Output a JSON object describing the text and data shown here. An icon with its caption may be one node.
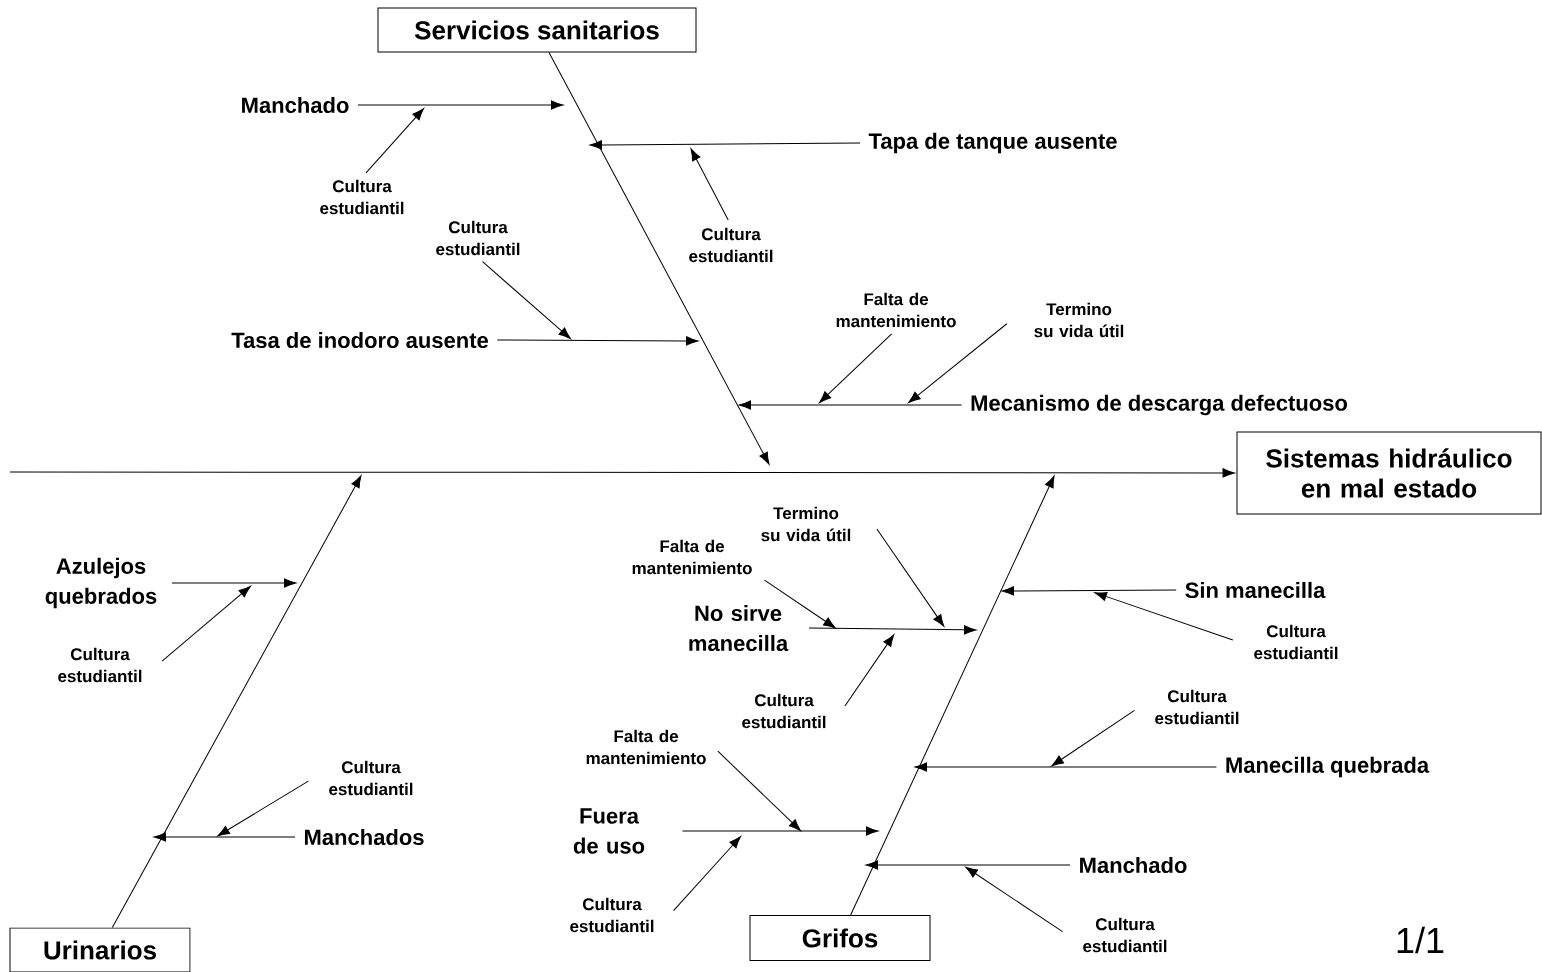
{
  "diagram": {
    "nodes": [
      {
        "text": [
          "Servicios sanitarios"
        ]
      },
      {
        "text": [
          "Sistemas hidráulico en mal estado"
        ]
      },
      {
        "text": [
          "Urinarios"
        ]
      },
      {
        "text": [
          "Grifos"
        ]
      },
      {
        "text": [
          "Manchado"
        ]
      },
      {
        "text": [
          "Cultura estudiantil"
        ]
      },
      {
        "text": [
          "Tapa de tanque ausente"
        ]
      },
      {
        "text": [
          "Cultura estudiantil"
        ]
      },
      {
        "text": [
          "Cultura estudiantil"
        ]
      },
      {
        "text": [
          "Tasa de inodoro ausente"
        ]
      },
      {
        "text": [
          "Falta de mantenimiento"
        ]
      },
      {
        "text": [
          "Termino su vida útil"
        ]
      },
      {
        "text": [
          "Mecanismo de descarga defectuoso"
        ]
      },
      {
        "text": [
          "Termino su vida útil"
        ]
      },
      {
        "text": [
          "Falta de mantenimiento"
        ]
      },
      {
        "text": [
          "No sirve manecilla"
        ]
      },
      {
        "text": [
          "Cultura estudiantil"
        ]
      },
      {
        "text": [
          "Sin manecilla"
        ]
      },
      {
        "text": [
          "Cultura estudiantil"
        ]
      },
      {
        "text": [
          "Cultura estudiantil"
        ]
      },
      {
        "text": [
          "Manecilla quebrada"
        ]
      },
      {
        "text": [
          "Falta de mantenimiento"
        ]
      },
      {
        "text": [
          "Fuera de uso"
        ]
      },
      {
        "text": [
          "Cultura estudiantil"
        ]
      },
      {
        "text": [
          "Manchado"
        ]
      },
      {
        "text": [
          "Cultura estudiantil"
        ]
      },
      {
        "text": [
          "Azulejos quebrados"
        ]
      },
      {
        "text": [
          "Cultura estudiantil"
        ]
      },
      {
        "text": [
          "Cultura estudiantil"
        ]
      },
      {
        "text": [
          "Manchados"
        ]
      }
    ],
    "edges": [
      {
        "from": null,
        "to": 1,
        "arrow": "to"
      },
      {
        "from": 0,
        "to": null,
        "arrow": "to"
      },
      {
        "from": 2,
        "to": null,
        "arrow": "to"
      },
      {
        "from": 3,
        "to": null,
        "arrow": "to"
      },
      {
        "from": 4,
        "to": null,
        "arrow": "to"
      },
      {
        "from": 5,
        "to": null,
        "arrow": "to"
      },
      {
        "from": 6,
        "to": null,
        "arrow": "to"
      },
      {
        "from": 7,
        "to": null,
        "arrow": "to"
      },
      {
        "from": 8,
        "to": null,
        "arrow": "to"
      },
      {
        "from": 9,
        "to": null,
        "arrow": "to"
      },
      {
        "from": 10,
        "to": null,
        "arrow": "to"
      },
      {
        "from": 11,
        "to": null,
        "arrow": "to"
      },
      {
        "from": 12,
        "to": null,
        "arrow": "to"
      },
      {
        "from": 13,
        "to": null,
        "arrow": "to"
      },
      {
        "from": 14,
        "to": null,
        "arrow": "to"
      },
      {
        "from": 15,
        "to": null,
        "arrow": "to"
      },
      {
        "from": 16,
        "to": null,
        "arrow": "to"
      },
      {
        "from": 17,
        "to": null,
        "arrow": "to"
      },
      {
        "from": 18,
        "to": null,
        "arrow": "to"
      },
      {
        "from": 19,
        "to": null,
        "arrow": "to"
      },
      {
        "from": 20,
        "to": null,
        "arrow": "to"
      },
      {
        "from": 21,
        "to": null,
        "arrow": "to"
      },
      {
        "from": 22,
        "to": null,
        "arrow": "to"
      },
      {
        "from": 23,
        "to": null,
        "arrow": "to"
      },
      {
        "from": 24,
        "to": null,
        "arrow": "to"
      },
      {
        "from": 25,
        "to": null,
        "arrow": "to"
      },
      {
        "from": 26,
        "to": null,
        "arrow": "to"
      },
      {
        "from": 27,
        "to": null,
        "arrow": "to"
      },
      {
        "from": 28,
        "to": null,
        "arrow": "to"
      },
      {
        "from": 29,
        "to": null,
        "arrow": "to"
      }
    ],
    "labels": [
      "1/1"
    ]
  }
}
